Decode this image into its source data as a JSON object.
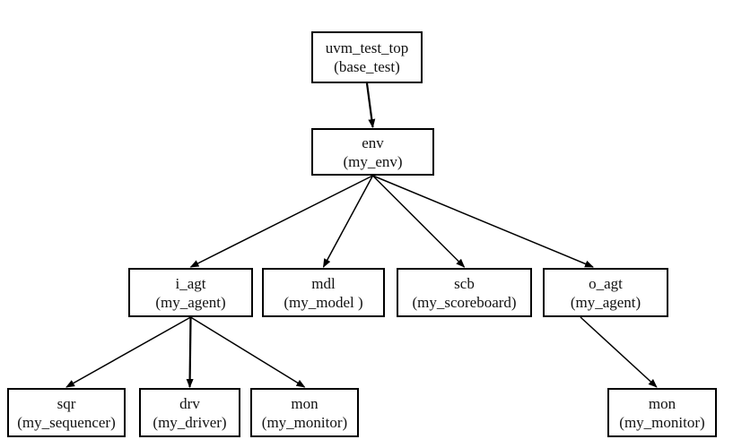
{
  "nodes": [
    {
      "id": "uvm_test_top",
      "name": "uvm_test_top",
      "type": "(base_test)"
    },
    {
      "id": "env",
      "name": "env",
      "type": "(my_env)"
    },
    {
      "id": "i_agt",
      "name": "i_agt",
      "type": "(my_agent)"
    },
    {
      "id": "mdl",
      "name": "mdl",
      "type": "(my_model )"
    },
    {
      "id": "scb",
      "name": "scb",
      "type": "(my_scoreboard)"
    },
    {
      "id": "o_agt",
      "name": "o_agt",
      "type": "(my_agent)"
    },
    {
      "id": "sqr",
      "name": "sqr",
      "type": "(my_sequencer)"
    },
    {
      "id": "drv",
      "name": "drv",
      "type": "(my_driver)"
    },
    {
      "id": "mon_i",
      "name": "mon",
      "type": "(my_monitor)"
    },
    {
      "id": "mon_o",
      "name": "mon",
      "type": "(my_monitor)"
    }
  ],
  "edges": [
    {
      "from": "uvm_test_top",
      "to": "env"
    },
    {
      "from": "env",
      "to": "i_agt"
    },
    {
      "from": "env",
      "to": "mdl"
    },
    {
      "from": "env",
      "to": "scb"
    },
    {
      "from": "env",
      "to": "o_agt"
    },
    {
      "from": "i_agt",
      "to": "sqr"
    },
    {
      "from": "i_agt",
      "to": "drv"
    },
    {
      "from": "i_agt",
      "to": "mon_i"
    },
    {
      "from": "o_agt",
      "to": "mon_o"
    }
  ]
}
